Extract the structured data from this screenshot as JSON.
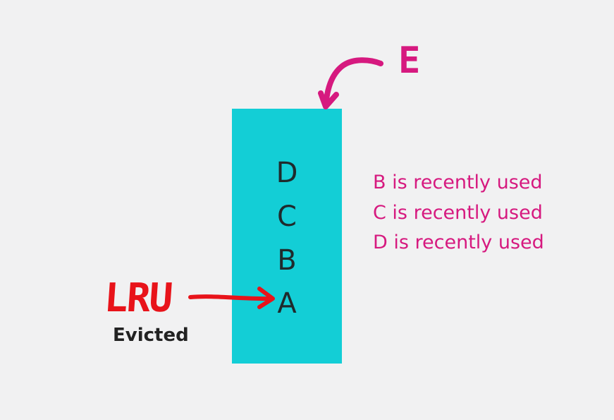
{
  "cache": {
    "items": [
      "D",
      "C",
      "B",
      "A"
    ]
  },
  "incoming_label": "E",
  "lru_label": "LRU",
  "evicted_label": "Evicted",
  "notes": [
    "B is recently used",
    "C is recently used",
    "D is recently used"
  ],
  "colors": {
    "background": "#f1f1f2",
    "cache_box": "#13ced6",
    "cache_text": "#1f2a2c",
    "notes_text": "#d6197f",
    "incoming_arrow": "#d6197f",
    "lru_arrow": "#e8131a",
    "evicted_text": "#222222"
  }
}
